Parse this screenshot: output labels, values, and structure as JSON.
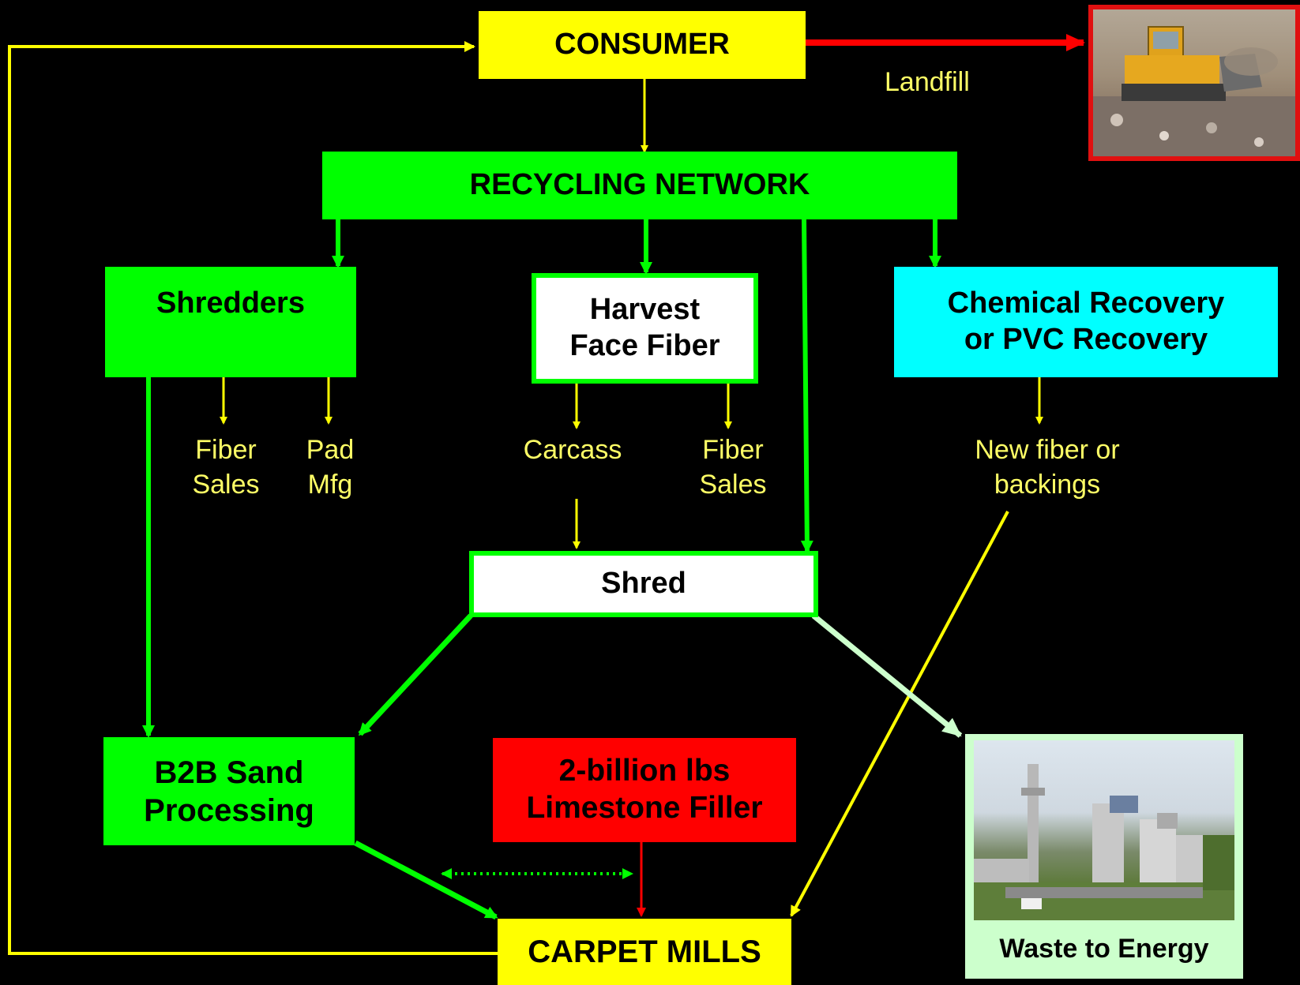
{
  "boxes": {
    "consumer": "CONSUMER",
    "recycling_network": "RECYCLING NETWORK",
    "shredders": "Shredders",
    "harvest_face_fiber": [
      "Harvest",
      "Face Fiber"
    ],
    "chemical_recovery": [
      "Chemical Recovery",
      "or PVC Recovery"
    ],
    "shred": "Shred",
    "b2b_sand": [
      "B2B Sand",
      "Processing"
    ],
    "limestone": [
      "2-billion lbs",
      "Limestone Filler"
    ],
    "carpet_mills": "CARPET MILLS",
    "waste_to_energy": "Waste to Energy"
  },
  "labels": {
    "landfill": "Landfill",
    "shredders_fiber_sales": [
      "Fiber",
      "Sales"
    ],
    "pad_mfg": [
      "Pad",
      "Mfg"
    ],
    "carcass": "Carcass",
    "harvest_fiber_sales": [
      "Fiber",
      "Sales"
    ],
    "new_fiber": [
      "New fiber or",
      "backings"
    ]
  },
  "images": {
    "landfill_photo": "landfill-bulldozer-photo",
    "energy_photo": "waste-to-energy-plant-photo"
  },
  "colors": {
    "background": "#000000",
    "yellow": "#ffff00",
    "green": "#00ff00",
    "cyan": "#00ffff",
    "red": "#ff0000",
    "pale_green": "#ccffcc",
    "label_text": "#ffff66"
  }
}
